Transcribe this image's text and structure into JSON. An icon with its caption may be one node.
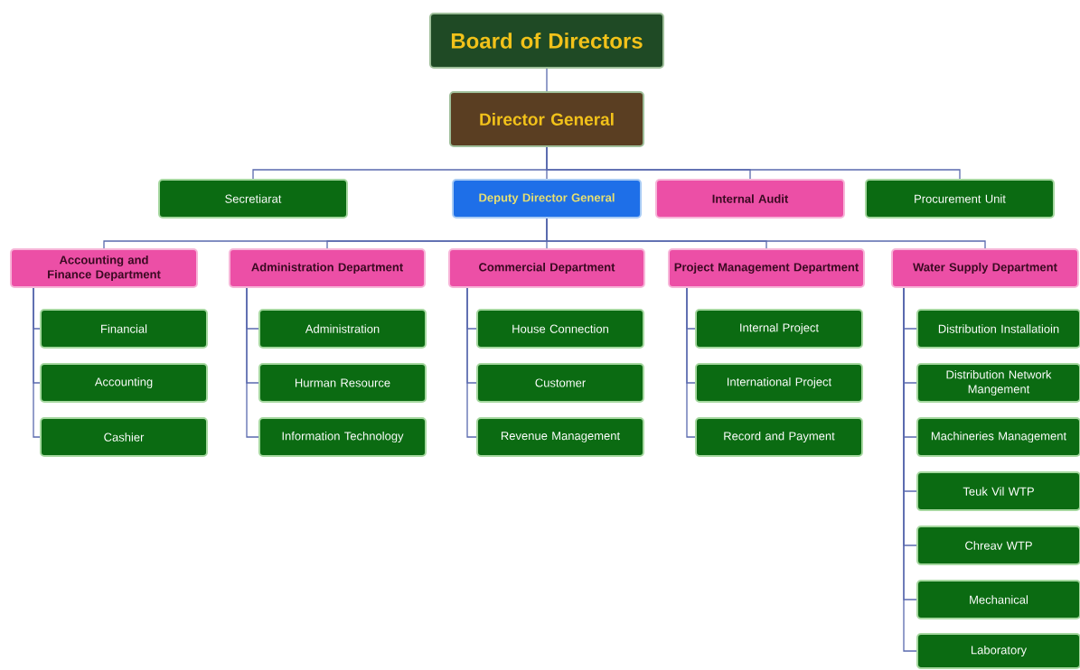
{
  "diagram": {
    "nodes": [
      {
        "text": [
          "Board of Directors"
        ]
      },
      {
        "text": [
          "Director General"
        ]
      },
      {
        "text": [
          "Secretiarat"
        ]
      },
      {
        "text": [
          "Deputy Director General"
        ]
      },
      {
        "text": [
          "Internal Audit"
        ]
      },
      {
        "text": [
          "Procurement Unit"
        ]
      },
      {
        "text": [
          "Accounting and Finance Department"
        ]
      },
      {
        "text": [
          "Administration Department"
        ]
      },
      {
        "text": [
          "Commercial Department"
        ]
      },
      {
        "text": [
          "Project Management Department"
        ]
      },
      {
        "text": [
          "Water Supply Department"
        ]
      },
      {
        "text": [
          "Financial"
        ]
      },
      {
        "text": [
          "Accounting"
        ]
      },
      {
        "text": [
          "Cashier"
        ]
      },
      {
        "text": [
          "Administration"
        ]
      },
      {
        "text": [
          "Hurman Resource"
        ]
      },
      {
        "text": [
          "Information Technology"
        ]
      },
      {
        "text": [
          "House Connection"
        ]
      },
      {
        "text": [
          "Customer"
        ]
      },
      {
        "text": [
          "Revenue Management"
        ]
      },
      {
        "text": [
          "Internal Project"
        ]
      },
      {
        "text": [
          "International Project"
        ]
      },
      {
        "text": [
          "Record and Payment"
        ]
      },
      {
        "text": [
          "Distribution Installatioin"
        ]
      },
      {
        "text": [
          "Distribution Network Mangement"
        ]
      },
      {
        "text": [
          "Machineries Management"
        ]
      },
      {
        "text": [
          "Teuk Vil WTP"
        ]
      },
      {
        "text": [
          "Chreav WTP"
        ]
      },
      {
        "text": [
          "Mechanical"
        ]
      },
      {
        "text": [
          "Laboratory"
        ]
      }
    ],
    "edges": [
      {
        "from": 0,
        "to": 1,
        "arrow": "none"
      },
      {
        "from": 1,
        "to": 2,
        "arrow": "none"
      },
      {
        "from": 1,
        "to": 3,
        "arrow": "none"
      },
      {
        "from": 1,
        "to": 4,
        "arrow": "none"
      },
      {
        "from": 1,
        "to": 5,
        "arrow": "none"
      },
      {
        "from": 3,
        "to": 6,
        "arrow": "none"
      },
      {
        "from": 3,
        "to": 7,
        "arrow": "none"
      },
      {
        "from": 3,
        "to": 8,
        "arrow": "none"
      },
      {
        "from": 3,
        "to": 9,
        "arrow": "none"
      },
      {
        "from": 3,
        "to": 10,
        "arrow": "none"
      },
      {
        "from": 6,
        "to": 11,
        "arrow": "none"
      },
      {
        "from": 6,
        "to": 12,
        "arrow": "none"
      },
      {
        "from": 6,
        "to": 13,
        "arrow": "none"
      },
      {
        "from": 7,
        "to": 14,
        "arrow": "none"
      },
      {
        "from": 7,
        "to": 15,
        "arrow": "none"
      },
      {
        "from": 7,
        "to": 16,
        "arrow": "none"
      },
      {
        "from": 8,
        "to": 17,
        "arrow": "none"
      },
      {
        "from": 8,
        "to": 18,
        "arrow": "none"
      },
      {
        "from": 8,
        "to": 19,
        "arrow": "none"
      },
      {
        "from": 9,
        "to": 20,
        "arrow": "none"
      },
      {
        "from": 9,
        "to": 21,
        "arrow": "none"
      },
      {
        "from": 9,
        "to": 22,
        "arrow": "none"
      },
      {
        "from": 10,
        "to": 23,
        "arrow": "none"
      },
      {
        "from": 10,
        "to": 24,
        "arrow": "none"
      },
      {
        "from": 10,
        "to": 25,
        "arrow": "none"
      },
      {
        "from": 10,
        "to": 26,
        "arrow": "none"
      },
      {
        "from": 10,
        "to": 27,
        "arrow": "none"
      },
      {
        "from": 10,
        "to": 28,
        "arrow": "none"
      },
      {
        "from": 10,
        "to": 29,
        "arrow": "none"
      }
    ]
  }
}
